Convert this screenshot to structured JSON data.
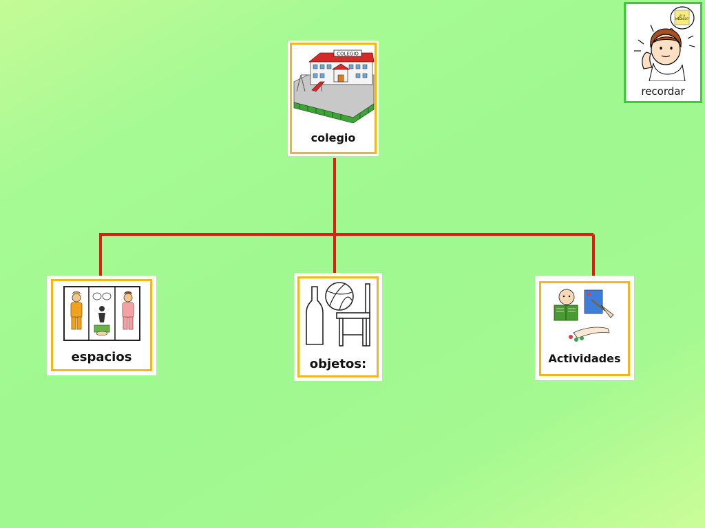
{
  "recordar": {
    "label": "recordar",
    "note_text": "¿ir a MÉDICO?"
  },
  "root": {
    "label": "colegio",
    "sign": "COLEGIO"
  },
  "children": [
    {
      "label": "espacios"
    },
    {
      "label": "objetos:"
    },
    {
      "label": "Actividades"
    }
  ],
  "colors": {
    "connector": "#e31b17",
    "card_border": "#f2b61e",
    "recordar_border": "#3ccc39"
  }
}
